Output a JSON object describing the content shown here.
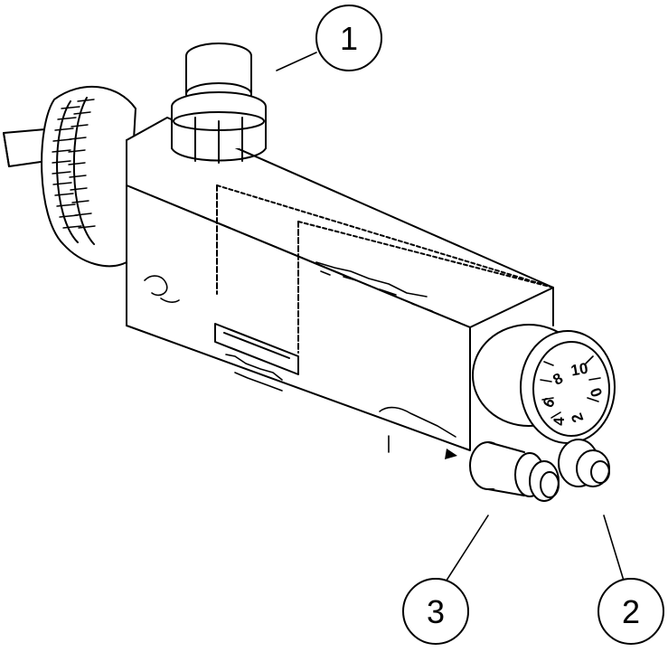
{
  "callouts": [
    {
      "number": "1",
      "part": "top-fitting"
    },
    {
      "number": "2",
      "part": "right-push-fitting"
    },
    {
      "number": "3",
      "part": "left-push-fitting"
    }
  ],
  "gauge": {
    "tick_labels": [
      "10",
      "8",
      "6",
      "4",
      "2",
      "0"
    ]
  },
  "colors": {
    "line": "#000000",
    "background": "#ffffff"
  }
}
